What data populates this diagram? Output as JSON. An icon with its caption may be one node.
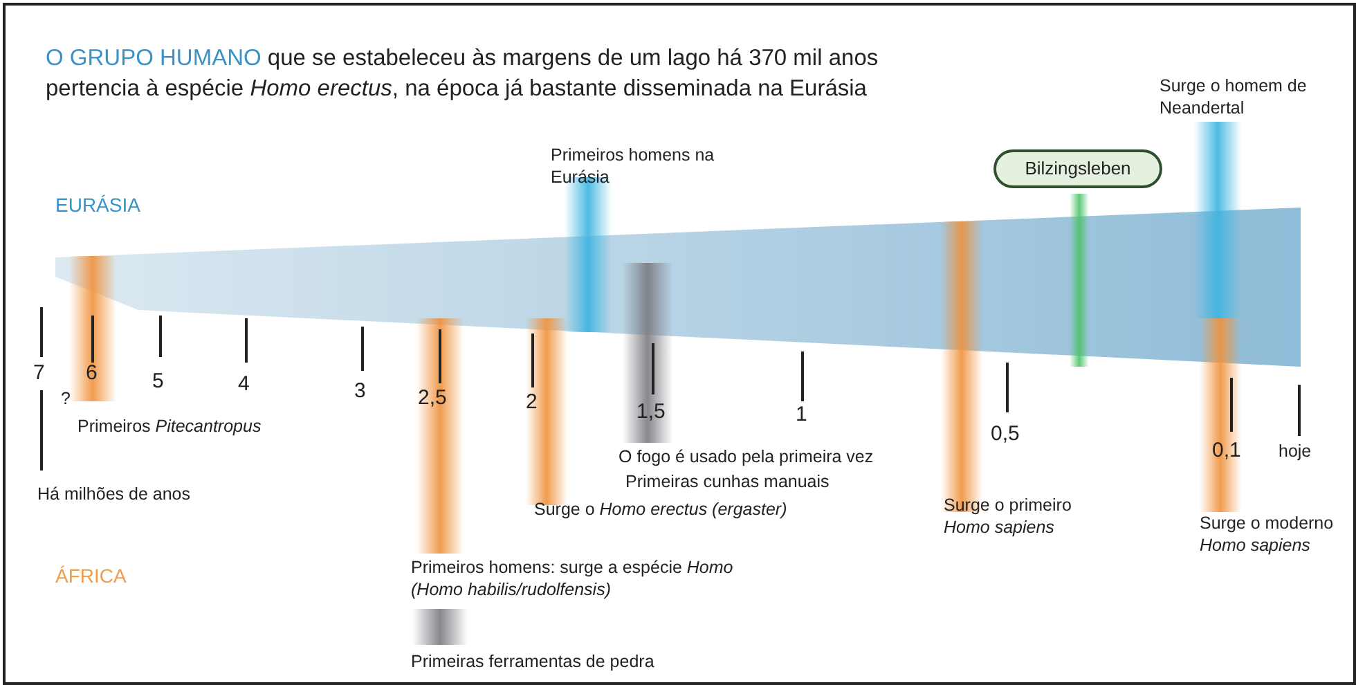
{
  "diagram": {
    "title": "**O GRUPO HUMANO** que se estabeleceu às margens de um lago há 370 mil anos pertencia à espécie *Homo erectus*, na época já bastante disseminada na Eurásia",
    "nodes": [
      {
        "text": [
          "Bilzingsleben"
        ]
      }
    ],
    "labels": [
      "EURÁSIA",
      "Primeiros homens na Eurásia",
      "Surge o homem de Neandertal",
      "7",
      "6",
      "5",
      "4",
      "3",
      "2,5",
      "2",
      "1,5",
      "1",
      "0,5",
      "0,1",
      "hoje",
      "?",
      "Primeiros *Pitecantropus*",
      "O fogo é usado pela primeira vez",
      "Primeiras cunhas manuais",
      "Há milhões de anos",
      "Surge o *Homo erectus (ergaster)*",
      "Surge o primeiro *Homo sapiens*",
      "Surge o moderno *Homo sapiens*",
      "ÁFRICA",
      "Primeiros homens: surge a espécie *Homo* *(Homo habilis/rudolfensis)*",
      "Primeiras ferramentas de pedra"
    ]
  }
}
